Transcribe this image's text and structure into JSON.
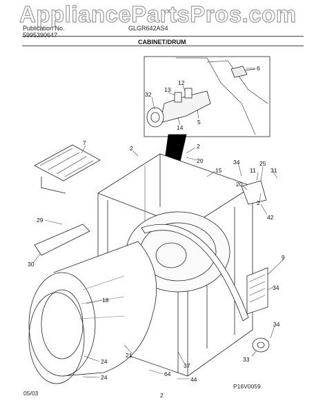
{
  "watermark": "AppliancePartsPros.com",
  "header": {
    "publication_label": "Publication No.",
    "publication_number": "5995390647",
    "model": "GLGR642AS4",
    "section": "CABINET/DRUM"
  },
  "callouts": {
    "c2a": "2",
    "c2b": "2",
    "c2c": "2",
    "c5": "5",
    "c6": "6",
    "c7": "7",
    "c9": "9",
    "c11": "11",
    "c12": "12",
    "c13": "13",
    "c14": "14",
    "c15": "15",
    "c18": "18",
    "c20a": "20",
    "c20b": "20",
    "c21": "21",
    "c24a": "24",
    "c24b": "24",
    "c25": "25",
    "c29": "29",
    "c30": "30",
    "c31": "31",
    "c32": "32",
    "c33": "33",
    "c34a": "34",
    "c34b": "34",
    "c34c": "34",
    "c37": "37",
    "c42": "42",
    "c44": "44",
    "c64": "64"
  },
  "footer": {
    "date": "05/03",
    "page": "2",
    "figure_code": "P16V0059"
  }
}
